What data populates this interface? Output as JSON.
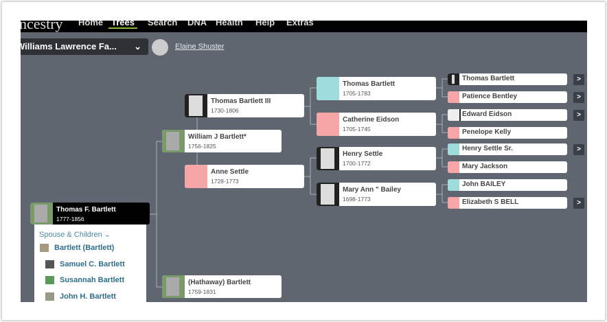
{
  "nav": {
    "logo": "ncestry",
    "items": [
      "Home",
      "Trees",
      "Search",
      "DNA",
      "Health",
      "Help",
      "Extras"
    ],
    "active": "Trees"
  },
  "tree": {
    "name": "Williams Lawrence Fa...",
    "owner": "Elaine Shuster"
  },
  "root": {
    "name": "Thomas F. Bartlett",
    "dates": "1777-1856"
  },
  "dropdown": {
    "header": "Spouse & Children",
    "spouse": "Bartlett (Bartlett)",
    "children": [
      "Samuel C. Bartlett",
      "Susannah Bartlett",
      "John H. Bartlett"
    ]
  },
  "parents": [
    {
      "name": "William J Bartlett*",
      "dates": "1756-1825"
    },
    {
      "name": "(Hathaway) Bartlett",
      "dates": "1759-1831"
    }
  ],
  "grandparents": [
    {
      "name": "Thomas Bartlett III",
      "dates": "1730-1806"
    },
    {
      "name": "Anne Settle",
      "dates": "1728-1773"
    }
  ],
  "gen3": [
    {
      "name": "Thomas Bartlett",
      "dates": "1705-1783"
    },
    {
      "name": "Catherine Eidson",
      "dates": "1705-1745"
    },
    {
      "name": "Henry Settle",
      "dates": "1700-1772"
    },
    {
      "name": "Mary Ann \" Bailey",
      "dates": "1698-1773"
    }
  ],
  "gen4": [
    {
      "name": "Thomas Bartlett",
      "more": true
    },
    {
      "name": "Patience Bentley",
      "more": true
    },
    {
      "name": "Edward Eidson",
      "more": true
    },
    {
      "name": "Penelope Kelly",
      "more": false
    },
    {
      "name": "Henry Settle Sr.",
      "more": true
    },
    {
      "name": "Mary Jackson",
      "more": false
    },
    {
      "name": "John BAILEY",
      "more": false
    },
    {
      "name": "Elizabeth S BELL",
      "more": true
    }
  ],
  "arrow_glyph": ">"
}
